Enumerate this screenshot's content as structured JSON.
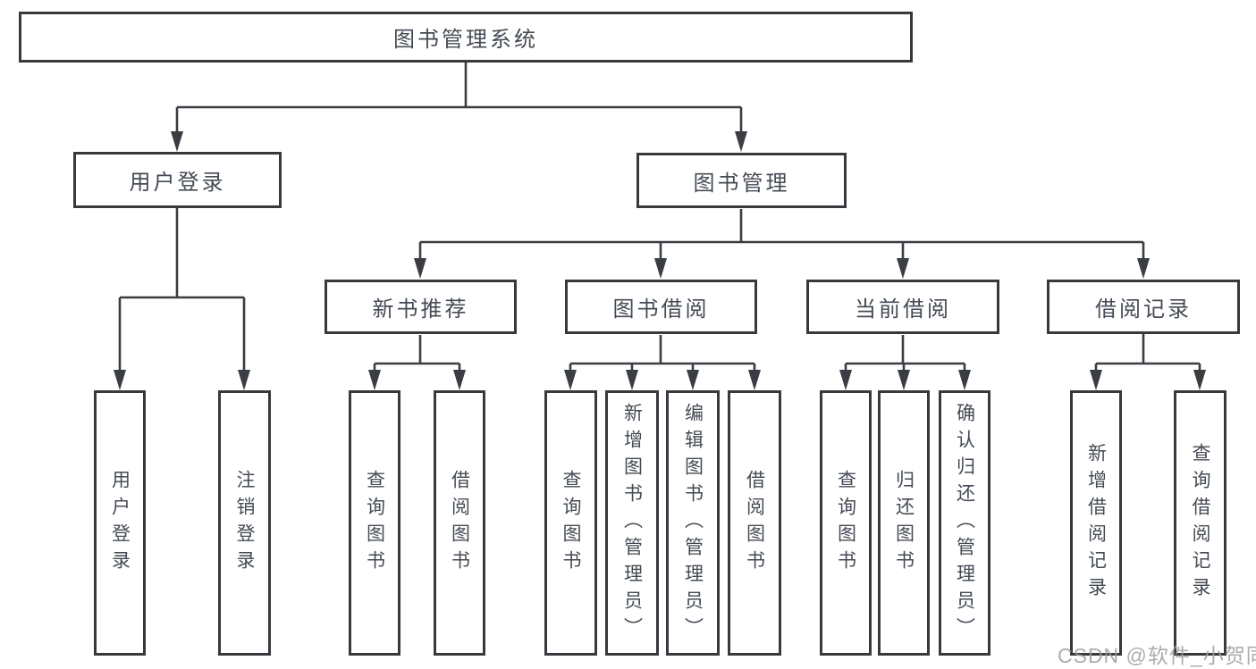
{
  "colors": {
    "line": "#3a3d42",
    "box_border": "#37393d",
    "text": "#454b54",
    "watermark": "#9e9e9e",
    "background": "#ffffff"
  },
  "watermark": {
    "text": "CSDN @软件_小贺同学"
  },
  "tree": {
    "label": "图书管理系统",
    "children": [
      {
        "label": "用户登录",
        "children": [
          {
            "label": "用户登录"
          },
          {
            "label": "注销登录"
          }
        ]
      },
      {
        "label": "图书管理",
        "children": [
          {
            "label": "新书推荐",
            "children": [
              {
                "label": "查询图书"
              },
              {
                "label": "借阅图书"
              }
            ]
          },
          {
            "label": "图书借阅",
            "children": [
              {
                "label": "查询图书"
              },
              {
                "label": "新增图书（管理员）"
              },
              {
                "label": "编辑图书（管理员）"
              },
              {
                "label": "借阅图书"
              }
            ]
          },
          {
            "label": "当前借阅",
            "children": [
              {
                "label": "查询图书"
              },
              {
                "label": "归还图书"
              },
              {
                "label": "确认归还（管理员）"
              }
            ]
          },
          {
            "label": "借阅记录",
            "children": [
              {
                "label": "新增借阅记录"
              },
              {
                "label": "查询借阅记录"
              }
            ]
          }
        ]
      }
    ]
  }
}
